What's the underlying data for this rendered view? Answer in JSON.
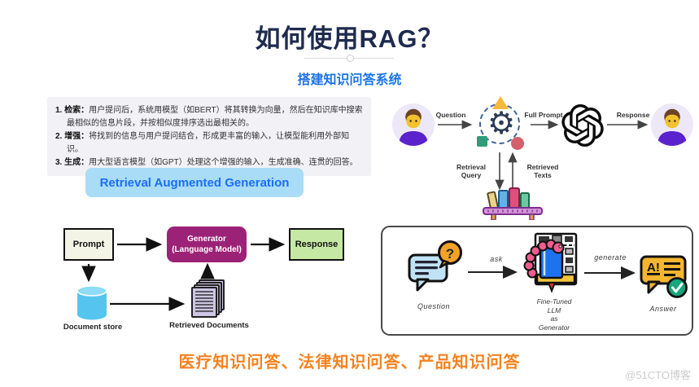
{
  "title": "如何使用RAG？",
  "subtitle": "搭建知识问答系统",
  "steps": [
    {
      "label": "1. 检索：",
      "text": "用户提问后，系统用模型（如BERT）将其转换为向量，然后在知识库中搜索最相似的信息片段，并按相似度排序选出最相关的。"
    },
    {
      "label": "2. 增强：",
      "text": "将找到的信息与用户提问结合，形成更丰富的输入，让模型能利用外部知识。"
    },
    {
      "label": "3. 生成：",
      "text": "用大型语言模型（如GPT）处理这个增强的输入，生成准确、连贯的回答。"
    }
  ],
  "banner": {
    "label": "Retrieval Augmented Generation"
  },
  "flow": {
    "prompt": "Prompt",
    "generator_line1": "Generator",
    "generator_line2": "(Language Model)",
    "response": "Response",
    "document_store": "Document store",
    "retrieved_documents": "Retrieved Documents"
  },
  "pipeline": {
    "question": "Question",
    "full_prompt": "Full Prompt",
    "response": "Response",
    "retrieval_query": "Retrieval Query",
    "retrieved_texts": "Retrieved Texts"
  },
  "finetune": {
    "question": "Question",
    "ask": "ask",
    "llm_lines": [
      "Fine-Tuned",
      "LLM",
      "as",
      "Generator"
    ],
    "generate": "generate",
    "answer": "Answer",
    "question_mark": "?",
    "answer_badge": "A!"
  },
  "footer": "医疗知识问答、法律知识问答、产品知识问答",
  "watermark": "@51CTO博客",
  "colors": {
    "title": "#1f2b4e",
    "accent_blue": "#1b74ea",
    "banner_bg": "#a9dcf6",
    "steps_bg": "#f1f1f6",
    "generator_purple": "#9c2277",
    "response_green": "#c5e8a4",
    "prompt_cream": "#f4f4e6",
    "cylinder_blue": "#55c5ef",
    "docs_lavender": "#cdc6e4",
    "footer_orange": "#f5821f"
  }
}
